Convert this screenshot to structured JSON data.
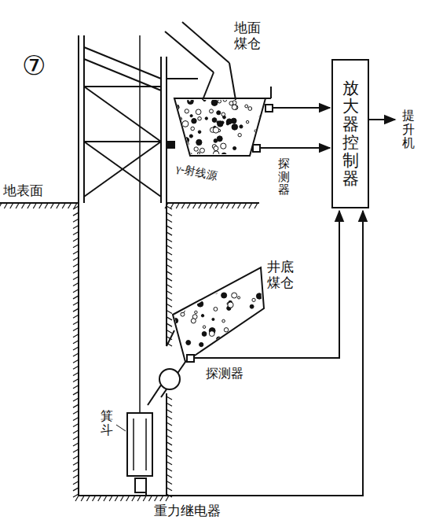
{
  "diagram": {
    "nodes": [
      {
        "text": [
          "放大器控制器"
        ]
      }
    ],
    "labels": [
      "⑦",
      "地面煤仓",
      "γ-射线源",
      "探测器",
      "地表面",
      "井底煤仓",
      "探测器",
      "箕斗",
      "重力继电器",
      "提升机"
    ]
  }
}
